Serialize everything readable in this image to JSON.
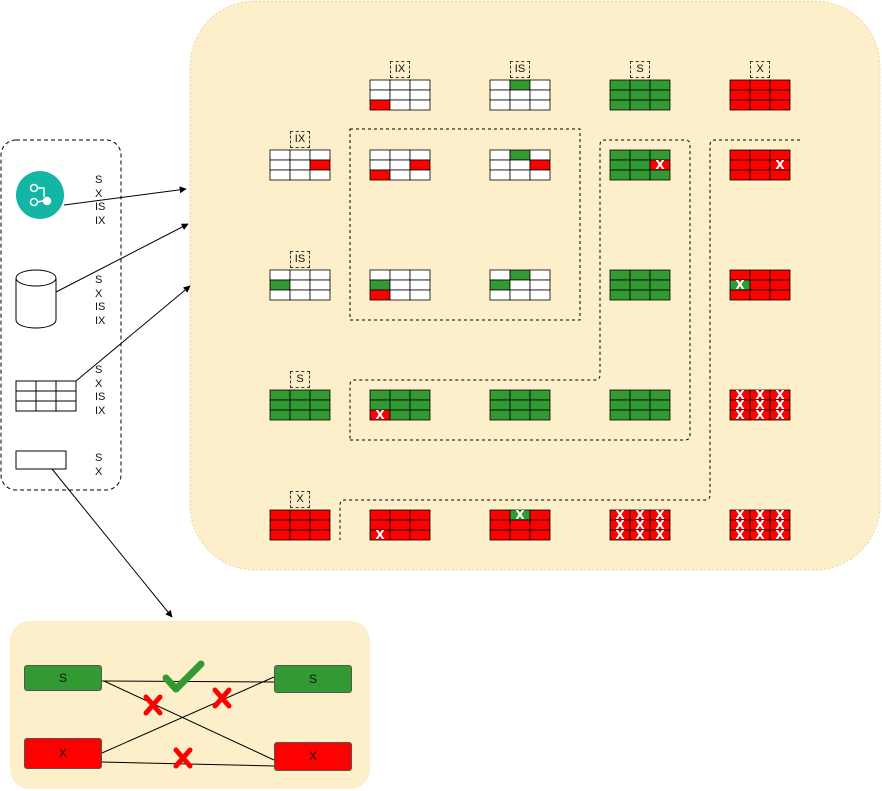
{
  "legend": {
    "resources": [
      {
        "name": "database",
        "locks": [
          "S",
          "X",
          "IS",
          "IX"
        ]
      },
      {
        "name": "disk",
        "locks": [
          "S",
          "X",
          "IS",
          "IX"
        ]
      },
      {
        "name": "table",
        "locks": [
          "S",
          "X",
          "IS",
          "IX"
        ]
      },
      {
        "name": "row",
        "locks": [
          "S",
          "X"
        ]
      }
    ]
  },
  "matrix": {
    "column_headers": [
      "IX",
      "IS",
      "S",
      "X"
    ],
    "row_headers": [
      "IX",
      "IS",
      "S",
      "X"
    ],
    "mark": "X"
  },
  "compat": {
    "left_s": "S",
    "left_x": "X",
    "right_s": "S",
    "right_x": "X"
  },
  "colors": {
    "panel": "#fcefc9",
    "green": "#339933",
    "red": "#ff0000",
    "teal": "#13b5a5"
  }
}
